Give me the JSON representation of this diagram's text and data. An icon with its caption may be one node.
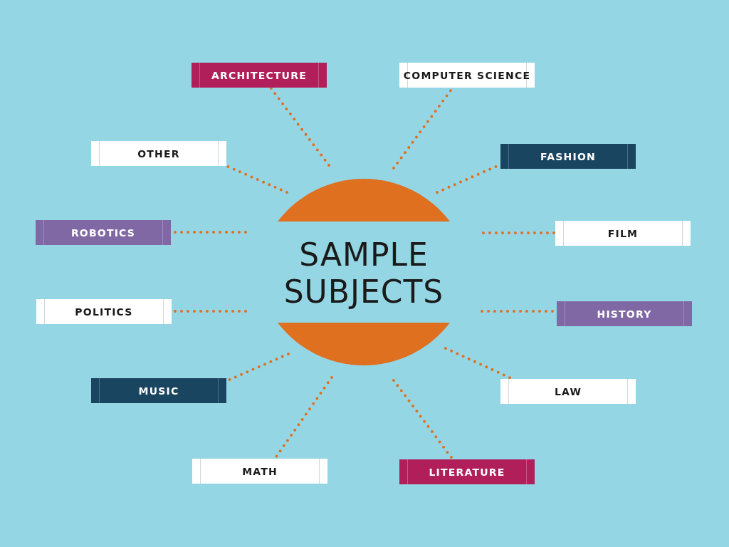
{
  "diagram": {
    "nodes": [
      {
        "text": [
          "SAMPLE SUBJECTS"
        ]
      },
      {
        "text": [
          "ARCHITECTURE"
        ]
      },
      {
        "text": [
          "COMPUTER SCIENCE"
        ]
      },
      {
        "text": [
          "OTHER"
        ]
      },
      {
        "text": [
          "FASHION"
        ]
      },
      {
        "text": [
          "ROBOTICS"
        ]
      },
      {
        "text": [
          "FILM"
        ]
      },
      {
        "text": [
          "POLITICS"
        ]
      },
      {
        "text": [
          "HISTORY"
        ]
      },
      {
        "text": [
          "MUSIC"
        ]
      },
      {
        "text": [
          "LAW"
        ]
      },
      {
        "text": [
          "MATH"
        ]
      },
      {
        "text": [
          "LITERATURE"
        ]
      }
    ],
    "edges": [
      {
        "from": 0,
        "to": 1,
        "arrow": "none"
      },
      {
        "from": 0,
        "to": 2,
        "arrow": "none"
      },
      {
        "from": 0,
        "to": 3,
        "arrow": "none"
      },
      {
        "from": 0,
        "to": 4,
        "arrow": "none"
      },
      {
        "from": 0,
        "to": 5,
        "arrow": "none"
      },
      {
        "from": 0,
        "to": 6,
        "arrow": "none"
      },
      {
        "from": 0,
        "to": 7,
        "arrow": "none"
      },
      {
        "from": 0,
        "to": 8,
        "arrow": "none"
      },
      {
        "from": 0,
        "to": 9,
        "arrow": "none"
      },
      {
        "from": 0,
        "to": 10,
        "arrow": "none"
      },
      {
        "from": 0,
        "to": 11,
        "arrow": "none"
      },
      {
        "from": 0,
        "to": 12,
        "arrow": "none"
      }
    ]
  }
}
